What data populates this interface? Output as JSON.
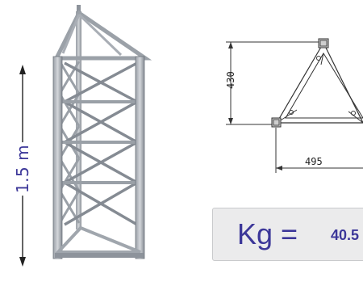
{
  "height_dimension": {
    "label": "1.5 m"
  },
  "section_drawing": {
    "height_label": "430",
    "width_label": "495"
  },
  "weight": {
    "label": "Kg =",
    "value": "40.5"
  },
  "colors": {
    "accent": "#3c3799",
    "panel_bg": "#ebebec",
    "truss_metal": "#a9aeb5"
  }
}
